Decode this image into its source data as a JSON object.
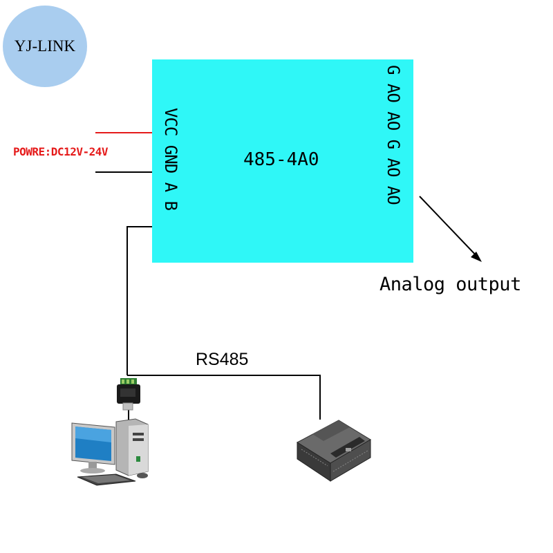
{
  "logo": {
    "text": "YJ-LINK"
  },
  "module": {
    "name": "485-4A0",
    "left_pins": "VCC GND A B",
    "right_pins": "G AO AO G AO AO"
  },
  "power": {
    "label": "POWRE:DC12V-24V",
    "wire_color": "#e51a1a"
  },
  "output": {
    "label": "Analog output"
  },
  "bus": {
    "label": "RS485"
  },
  "colors": {
    "module_fill": "#2ff7f7",
    "logo_fill": "#a9cdef"
  },
  "icons": [
    "usb-converter-icon",
    "computer-icon",
    "plc-icon",
    "arrow-icon"
  ]
}
